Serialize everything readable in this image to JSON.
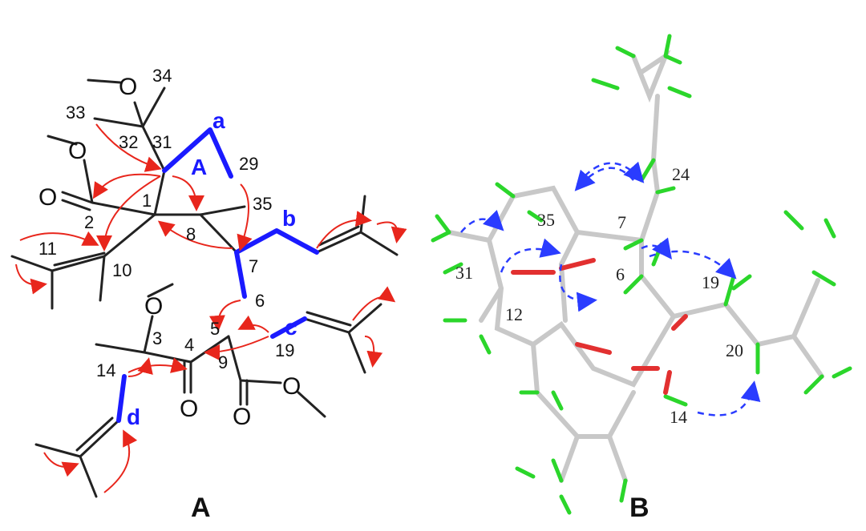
{
  "structure_a": {
    "panel_label": "A",
    "atom_labels": [
      "34",
      "33",
      "32",
      "31",
      "29",
      "2",
      "1",
      "8",
      "35",
      "11",
      "10",
      "7",
      "6",
      "3",
      "4",
      "5",
      "19",
      "14",
      "9"
    ],
    "oxygen": "O",
    "ring_label": "A",
    "spin_systems": [
      "a",
      "b",
      "c",
      "d"
    ]
  },
  "structure_b": {
    "panel_label": "B",
    "atom_labels": [
      "24",
      "35",
      "7",
      "31",
      "6",
      "19",
      "12",
      "20",
      "14"
    ]
  },
  "colors": {
    "cosy": "#1a1aff",
    "hmbc": "#e8261c",
    "noesy": "#2a3cff",
    "hydrogen": "#2bd62b",
    "oxygen": "#e23030",
    "carbon": "#c8c8c8"
  }
}
